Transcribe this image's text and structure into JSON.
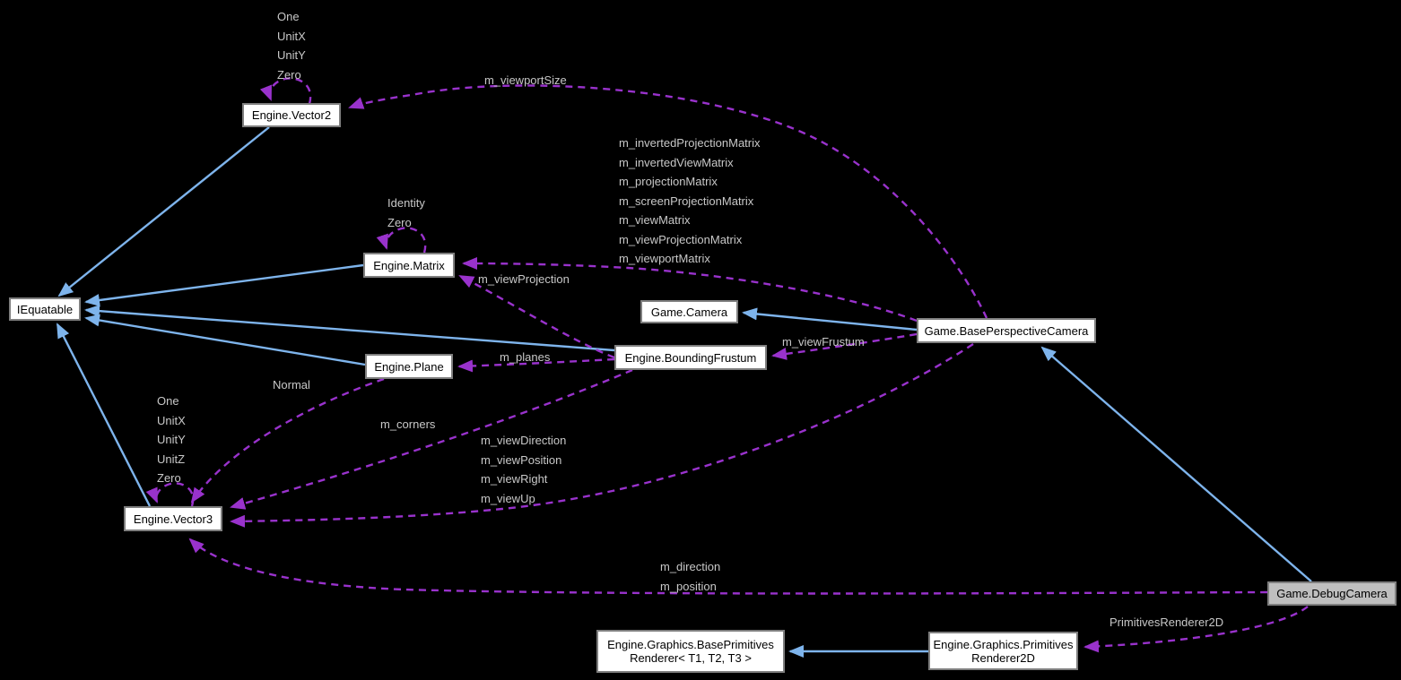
{
  "diagram_type": "class-collaboration-graph",
  "colors": {
    "background": "#000000",
    "inheritance_edge": "#7EB4EC",
    "usage_edge": "#9932CC",
    "edge_label_text": "#C8C8C8",
    "node_fill": "#FFFFFF",
    "node_border": "#7F7F7F",
    "selected_node_fill": "#BFBFBF",
    "node_text": "#000000"
  },
  "nodes": [
    {
      "label": "IEquatable",
      "selected": false
    },
    {
      "label": "Engine.Vector2",
      "selected": false
    },
    {
      "label": "Engine.Matrix",
      "selected": false
    },
    {
      "label": "Game.Camera",
      "selected": false
    },
    {
      "label": "Game.BasePerspectiveCamera",
      "selected": false
    },
    {
      "label": "Engine.Plane",
      "selected": false
    },
    {
      "label": "Engine.BoundingFrustum",
      "selected": false
    },
    {
      "label": "Engine.Vector3",
      "selected": false
    },
    {
      "label": "Game.DebugCamera",
      "selected": true
    },
    {
      "label": "Engine.Graphics.BasePrimitives Renderer< T1, T2, T3 >",
      "selected": false
    },
    {
      "label": "Engine.Graphics.Primitives Renderer2D",
      "selected": false
    }
  ],
  "edge_labels": [
    {
      "lines": [
        "One",
        "UnitX",
        "UnitY",
        "Zero"
      ]
    },
    {
      "lines": [
        "m_viewportSize"
      ]
    },
    {
      "lines": [
        "m_invertedProjectionMatrix",
        "m_invertedViewMatrix",
        "m_projectionMatrix",
        "m_screenProjectionMatrix",
        "m_viewMatrix",
        "m_viewProjectionMatrix",
        "m_viewportMatrix"
      ]
    },
    {
      "lines": [
        "Identity",
        "Zero"
      ]
    },
    {
      "lines": [
        "m_viewProjection"
      ]
    },
    {
      "lines": [
        "m_viewFrustum"
      ]
    },
    {
      "lines": [
        "m_planes"
      ]
    },
    {
      "lines": [
        "Normal"
      ]
    },
    {
      "lines": [
        "m_corners"
      ]
    },
    {
      "lines": [
        "m_viewDirection",
        "m_viewPosition",
        "m_viewRight",
        "m_viewUp"
      ]
    },
    {
      "lines": [
        "One",
        "UnitX",
        "UnitY",
        "UnitZ",
        "Zero"
      ]
    },
    {
      "lines": [
        "m_direction",
        "m_position"
      ]
    },
    {
      "lines": [
        "PrimitivesRenderer2D"
      ]
    }
  ],
  "edges": [
    {
      "from": "Engine.Vector2",
      "to": "IEquatable",
      "type": "inheritance"
    },
    {
      "from": "Engine.Matrix",
      "to": "IEquatable",
      "type": "inheritance"
    },
    {
      "from": "Engine.BoundingFrustum",
      "to": "IEquatable",
      "type": "inheritance"
    },
    {
      "from": "Engine.Plane",
      "to": "IEquatable",
      "type": "inheritance"
    },
    {
      "from": "Engine.Vector3",
      "to": "IEquatable",
      "type": "inheritance"
    },
    {
      "from": "Game.BasePerspectiveCamera",
      "to": "Game.Camera",
      "type": "inheritance"
    },
    {
      "from": "Game.DebugCamera",
      "to": "Game.BasePerspectiveCamera",
      "type": "inheritance"
    },
    {
      "from": "Engine.Graphics.PrimitivesRenderer2D",
      "to": "Engine.Graphics.BasePrimitivesRenderer< T1, T2, T3 >",
      "type": "inheritance"
    },
    {
      "from": "Engine.Vector2",
      "to": "Engine.Vector2",
      "type": "usage",
      "label": "One, UnitX, UnitY, Zero"
    },
    {
      "from": "Game.BasePerspectiveCamera",
      "to": "Engine.Vector2",
      "type": "usage",
      "label": "m_viewportSize"
    },
    {
      "from": "Game.BasePerspectiveCamera",
      "to": "Engine.Matrix",
      "type": "usage",
      "label": "m_invertedProjectionMatrix, m_invertedViewMatrix, m_projectionMatrix, m_screenProjectionMatrix, m_viewMatrix, m_viewProjectionMatrix, m_viewportMatrix"
    },
    {
      "from": "Engine.Matrix",
      "to": "Engine.Matrix",
      "type": "usage",
      "label": "Identity, Zero"
    },
    {
      "from": "Engine.BoundingFrustum",
      "to": "Engine.Matrix",
      "type": "usage",
      "label": "m_viewProjection"
    },
    {
      "from": "Game.BasePerspectiveCamera",
      "to": "Engine.BoundingFrustum",
      "type": "usage",
      "label": "m_viewFrustum"
    },
    {
      "from": "Engine.BoundingFrustum",
      "to": "Engine.Plane",
      "type": "usage",
      "label": "m_planes"
    },
    {
      "from": "Engine.Plane",
      "to": "Engine.Vector3",
      "type": "usage",
      "label": "Normal"
    },
    {
      "from": "Engine.BoundingFrustum",
      "to": "Engine.Vector3",
      "type": "usage",
      "label": "m_corners"
    },
    {
      "from": "Game.BasePerspectiveCamera",
      "to": "Engine.Vector3",
      "type": "usage",
      "label": "m_viewDirection, m_viewPosition, m_viewRight, m_viewUp"
    },
    {
      "from": "Engine.Vector3",
      "to": "Engine.Vector3",
      "type": "usage",
      "label": "One, UnitX, UnitY, UnitZ, Zero"
    },
    {
      "from": "Game.DebugCamera",
      "to": "Engine.Vector3",
      "type": "usage",
      "label": "m_direction, m_position"
    },
    {
      "from": "Game.DebugCamera",
      "to": "Engine.Graphics.PrimitivesRenderer2D",
      "type": "usage",
      "label": "PrimitivesRenderer2D"
    }
  ]
}
